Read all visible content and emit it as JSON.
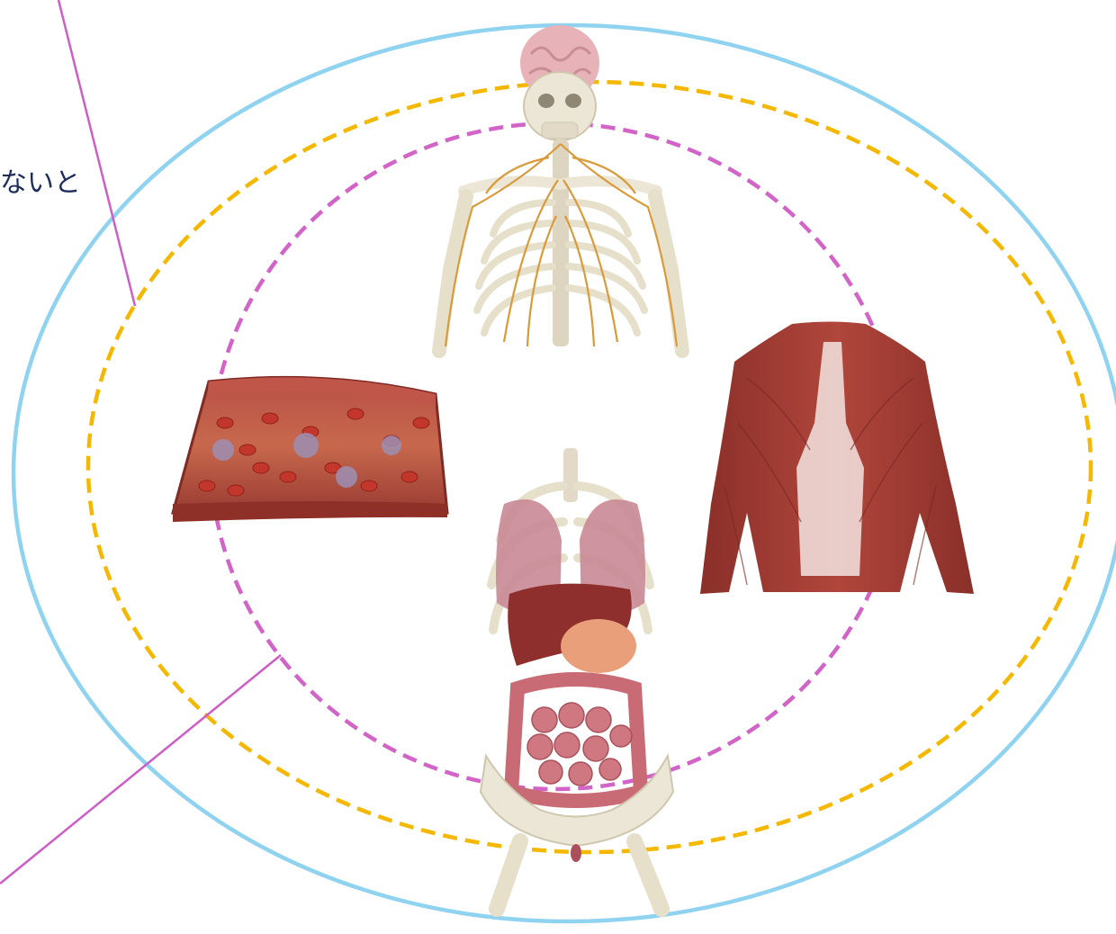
{
  "caption": {
    "text": "ないと"
  },
  "colors": {
    "outer_ring": "#8fd3f0",
    "middle_ring": "#f5b800",
    "inner_ring": "#d264c8",
    "leader_line": "#cc5ec6",
    "caption_text": "#1f2d5a",
    "bone": "#ece6d6",
    "bone_shadow": "#cfc6ae",
    "nerve": "#d99a3a",
    "brain": "#e7b3b8",
    "muscle": "#9e3a32",
    "muscle_light": "#efdcd8",
    "blood_vessel": "#a8453a",
    "blood_cell": "#c2362c",
    "lung": "#c98a96",
    "liver": "#8e2f2d",
    "intestine": "#c86b74",
    "stomach": "#e9a07a"
  },
  "illustrations": [
    {
      "name": "nervous-system",
      "icon": "skeleton-nerves-illustration"
    },
    {
      "name": "blood",
      "icon": "blood-vessel-illustration"
    },
    {
      "name": "musculature",
      "icon": "back-muscles-illustration"
    },
    {
      "name": "organs",
      "icon": "internal-organs-illustration"
    }
  ]
}
